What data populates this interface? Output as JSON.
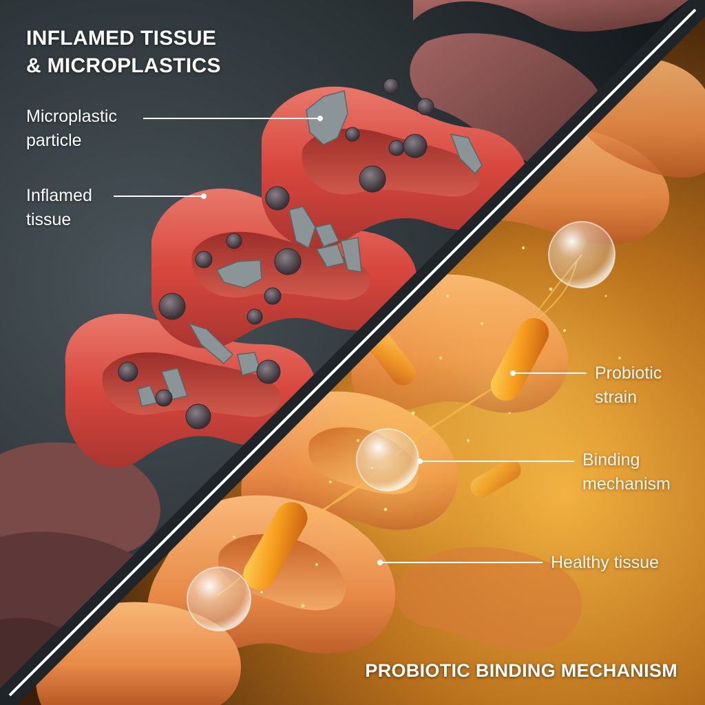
{
  "headings": {
    "top_line1": "INFLAMED TISSUE",
    "top_line2": "& MICROPLASTICS",
    "bottom": "PROBIOTIC BINDING MECHANISM"
  },
  "labels": {
    "microplastic_particle": [
      "Microplastic",
      "particle"
    ],
    "inflamed_tissue": [
      "Inflamed",
      "tissue"
    ],
    "probiotic_strain": [
      "Probiotic",
      "strain"
    ],
    "binding_mechanism": [
      "Binding",
      "mechanism"
    ],
    "healthy_tissue": [
      "Healthy tissue"
    ]
  },
  "colors": {
    "background_left": "#2a3136",
    "inflamed_tissue": "#d9554a",
    "microplastic": "#8a9396",
    "healthy_tissue": "#f0a060",
    "glow": "#ffc24a",
    "divider": "#ffffff"
  }
}
